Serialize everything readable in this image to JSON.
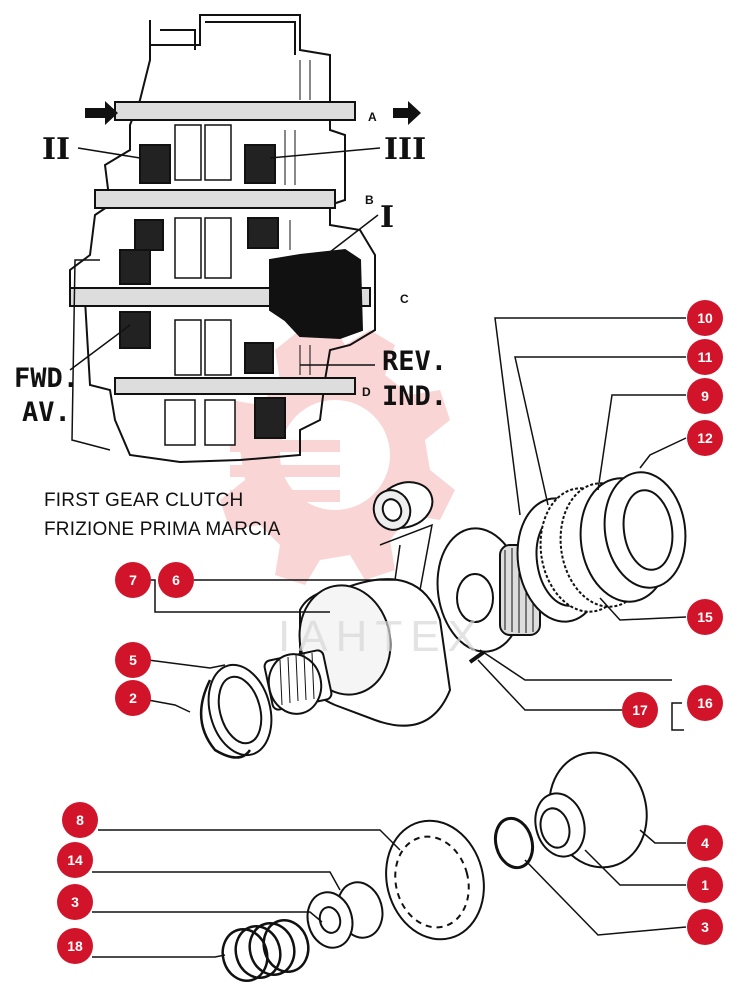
{
  "caption": {
    "line1": "FIRST GEAR CLUTCH",
    "line2": "FRIZIONE PRIMA MARCIA"
  },
  "section_view": {
    "roman_labels": [
      "II",
      "III",
      "I"
    ],
    "shaft_labels": [
      "A",
      "B",
      "C",
      "D"
    ],
    "fwd_label": "FWD.",
    "av_label": "AV.",
    "rev_label": "REV.",
    "ind_label": "IND."
  },
  "watermark": {
    "text": "IAHTEX",
    "color": "#f3b5b5"
  },
  "callouts": [
    "10",
    "11",
    "9",
    "12",
    "7",
    "6",
    "5",
    "2",
    "15",
    "17",
    "16",
    "8",
    "14",
    "3",
    "18",
    "4",
    "1",
    "3"
  ],
  "colors": {
    "callout": "#d2142a",
    "line": "#111111"
  }
}
